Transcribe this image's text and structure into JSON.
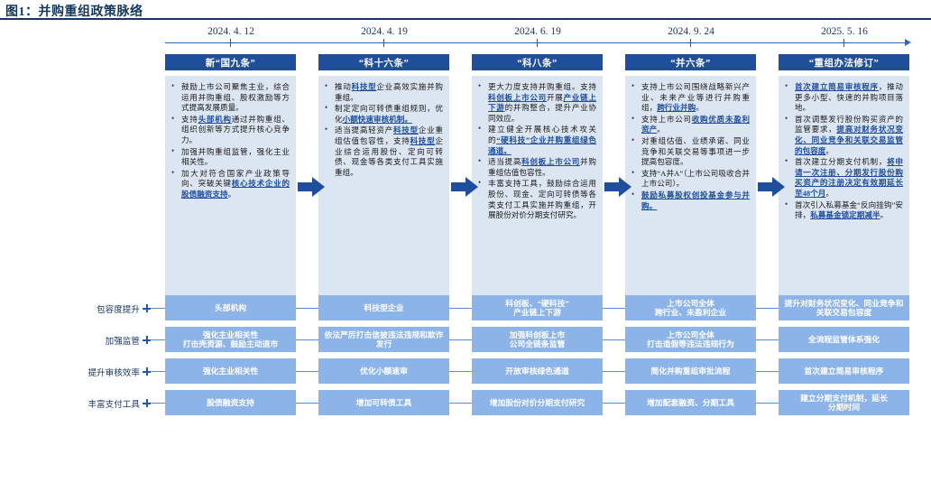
{
  "figure": {
    "title": "图1：并购重组政策脉络"
  },
  "timeline": {
    "dates": [
      "2024. 4. 12",
      "2024. 4. 19",
      "2024. 6. 19",
      "2024. 9. 24",
      "2025. 5. 16"
    ]
  },
  "colors": {
    "header_blue": "#1f4e9c",
    "body_fill": "#dce6f2",
    "cell_fill": "#8db4e8",
    "title_navy": "#17365d",
    "axis_blue": "#2f6ab4"
  },
  "columns": [
    {
      "header": "新“国九条”",
      "bullets": [
        "鼓励上市公司聚焦主业，综合运用并购重组、股权激励等方式提高发展质量。",
        "支持头部机构通过并购重组、组织创新等方式提升核心竞争力。",
        "加强并购重组监管，强化主业相关性。",
        "加大对符合国家产业政策导向、突破关键核心技术企业的股债融资支持。"
      ]
    },
    {
      "header": "“科十六条”",
      "bullets": [
        "推动科技型企业高效实施并购重组。",
        "制定定向可转债重组规则，优化小额快速审核机制。",
        "适当提高轻资产科技型企业重组估值包容性，支持科技型企业综合运用股份、定向可转债、现金等各类支付工具实施重组。"
      ]
    },
    {
      "header": "“科八条”",
      "bullets": [
        "更大力度支持并购重组。支持科创板上市公司开展产业链上下游的并购整合，提升产业协同效应。",
        "建立健全开展核心技术攻关的“硬科技”企业并购重组绿色通道。",
        "适当提高科创板上市公司并购重组估值包容性。",
        "丰富支持工具，鼓励综合运用股份、现金、定向可转债等各类支付工具实施并购重组，开展股份对价分期支付研究。"
      ]
    },
    {
      "header": "“并六条”",
      "bullets": [
        "支持上市公司围绕战略新兴产业、未来产业等进行并购重组，跨行业并购。",
        "支持上市公司收购优质未盈利资产。",
        "对重组估值、业绩承诺、同业竞争和关联交易等事项进一步提高包容度。",
        "支持“A并A”（上市公司吸收合并上市公司）。",
        "鼓励私募股权创投基金参与并购。"
      ]
    },
    {
      "header": "“重组办法修订”",
      "bullets": [
        "首次建立简易审核程序，推动更多小型、快速的并购项目落地。",
        "首次调整发行股份购买资产的监管要求，提高对财务状况变化、同业竞争和关联交易监管的包容度。",
        "首次建立分期支付机制，将申请一次注册、分期发行股份购买资产的注册决定有效期延长至48个月。",
        "首次引入私募基金“反向挂钩”安排，私募基金锁定期减半。"
      ]
    }
  ],
  "matrix": {
    "rows": [
      {
        "label": "包容度提升",
        "cells": [
          "头部机构",
          "科技型企业",
          "科创板、“硬科技”\n产业链上下游",
          "上市公司全体\n跨行业、未盈利企业",
          "提升对财务状况变化、同业竞争和关联交易包容度"
        ]
      },
      {
        "label": "加强监管",
        "cells": [
          "强化主业相关性\n打击壳资源、鼓励主动退市",
          "依法严厉打击信披违法违规和欺诈发行",
          "加强科创板上市\n公司全链条监管",
          "上市公司全体\n打击造假等违法违规行为",
          "全流程监管体系强化"
        ]
      },
      {
        "label": "提升审核效率",
        "cells": [
          "强化主业相关性",
          "优化小额速审",
          "开放审核绿色通道",
          "简化并购重组审批流程",
          "首次建立简易审核程序"
        ]
      },
      {
        "label": "丰富支付工具",
        "cells": [
          "股债融资支持",
          "增加可转债工具",
          "增加股份对价分期支付研究",
          "增加配套融资、分期工具",
          "建立分期支付机制，延长\n分期时间"
        ]
      }
    ]
  }
}
